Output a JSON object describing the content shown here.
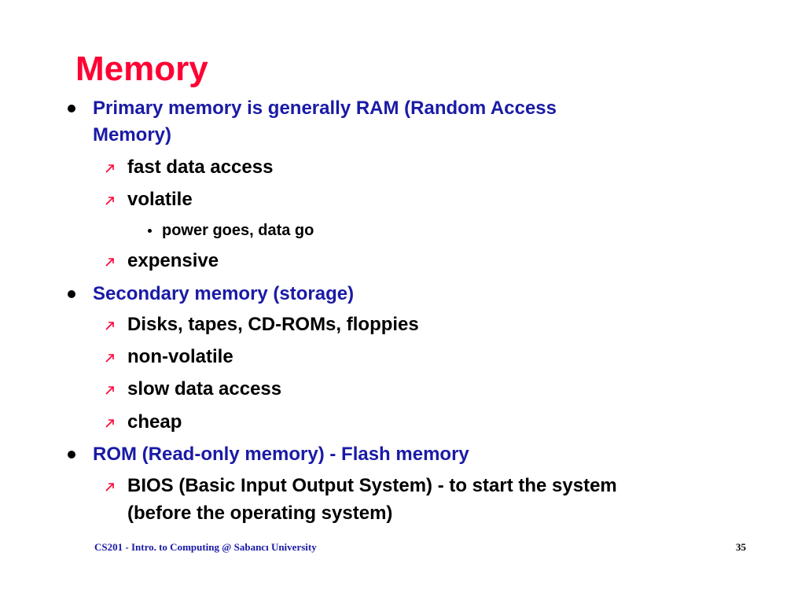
{
  "slide": {
    "title": "Memory",
    "items": [
      {
        "text": "Primary memory is generally RAM (Random Access",
        "text_cont": "Memory)",
        "sub": [
          {
            "text": "fast data access"
          },
          {
            "text": "volatile",
            "sub": [
              {
                "text": "power goes, data go"
              }
            ]
          },
          {
            "text": "expensive"
          }
        ]
      },
      {
        "text": "Secondary memory (storage)",
        "sub": [
          {
            "text": "Disks, tapes, CD-ROMs, floppies"
          },
          {
            "text": "non-volatile"
          },
          {
            "text": "slow data access"
          },
          {
            "text": "cheap"
          }
        ]
      },
      {
        "text": "ROM (Read-only memory) - Flash memory",
        "sub": [
          {
            "text": "BIOS (Basic Input Output System) - to start the system",
            "text_cont": "(before the operating system)"
          }
        ]
      }
    ]
  },
  "footer": {
    "course": "CS201 - Intro. to Computing @ Sabancı University",
    "page_number": "35"
  },
  "colors": {
    "title": "#ff0033",
    "level1_text": "#1a1aa6",
    "body_text": "#000000"
  },
  "icons": {
    "level1_bullet": "filled-circle",
    "level2_bullet": "diagonal-arrow",
    "level3_bullet": "small-dot"
  }
}
